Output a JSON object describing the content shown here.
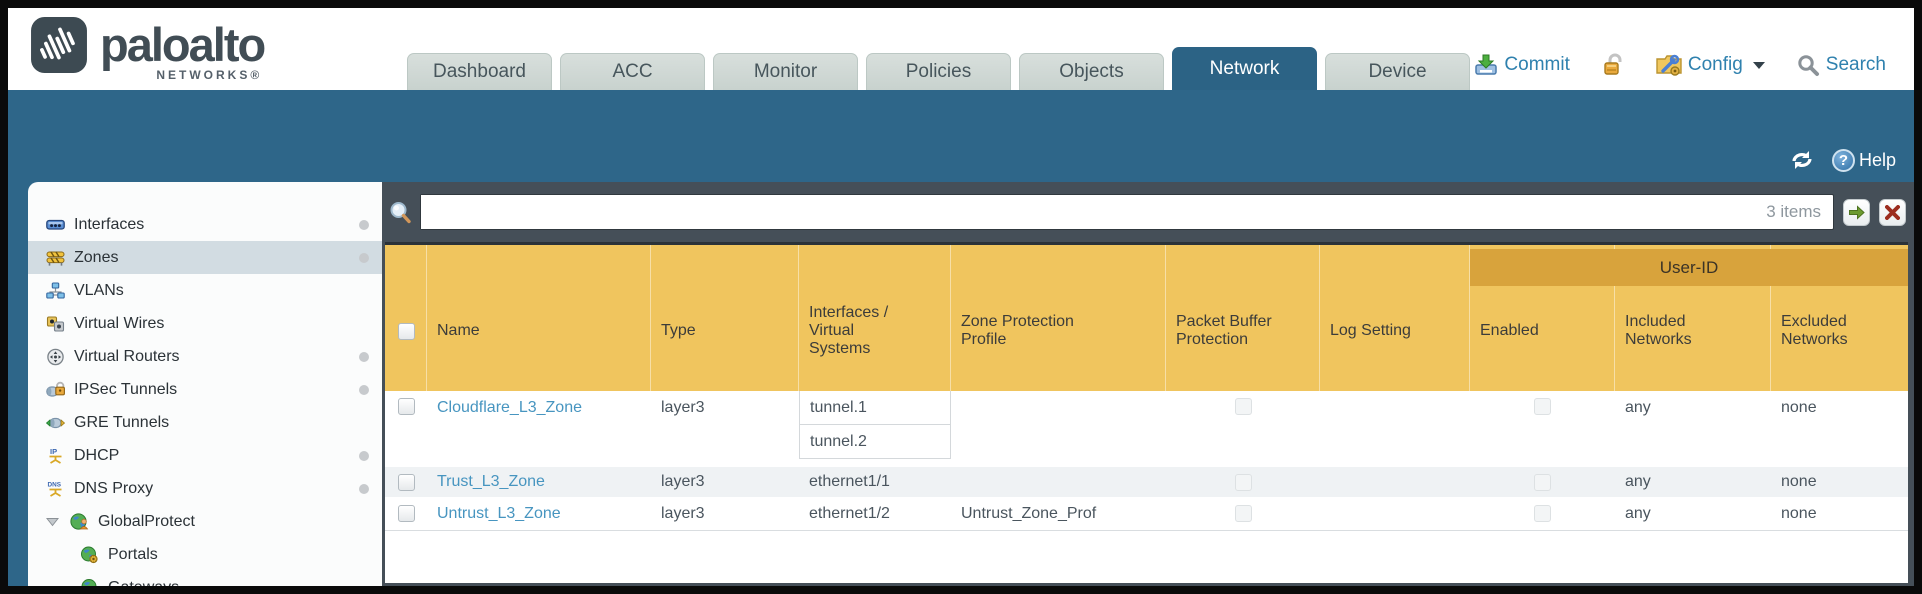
{
  "header": {
    "logo": {
      "brand": "paloalto",
      "sub": "NETWORKS®"
    },
    "tabs": [
      {
        "label": "Dashboard"
      },
      {
        "label": "ACC"
      },
      {
        "label": "Monitor"
      },
      {
        "label": "Policies"
      },
      {
        "label": "Objects"
      },
      {
        "label": "Network",
        "active": true
      },
      {
        "label": "Device"
      }
    ],
    "actions": {
      "commit": "Commit",
      "config": "Config",
      "search": "Search"
    }
  },
  "banner": {
    "help": "Help"
  },
  "sidebar": {
    "items": [
      {
        "label": "Interfaces",
        "dot": true
      },
      {
        "label": "Zones",
        "dot": true,
        "selected": true
      },
      {
        "label": "VLANs"
      },
      {
        "label": "Virtual Wires"
      },
      {
        "label": "Virtual Routers",
        "dot": true
      },
      {
        "label": "IPSec Tunnels",
        "dot": true
      },
      {
        "label": "GRE Tunnels"
      },
      {
        "label": "DHCP",
        "dot": true
      },
      {
        "label": "DNS Proxy",
        "dot": true
      },
      {
        "label": "GlobalProtect",
        "expandable": true
      },
      {
        "label": "Portals",
        "child": true
      },
      {
        "label": "Gateways",
        "child": true
      }
    ]
  },
  "content": {
    "filter": {
      "value": "",
      "count": "3 items"
    },
    "table": {
      "group_header": "User-ID",
      "columns": {
        "name": "Name",
        "type": "Type",
        "interfaces": "Interfaces / Virtual Systems",
        "zone_protection": "Zone Protection Profile",
        "packet_buffer": "Packet Buffer Protection",
        "log_setting": "Log Setting",
        "enabled": "Enabled",
        "included": "Included Networks",
        "excluded": "Excluded Networks"
      },
      "rows": [
        {
          "name": "Cloudflare_L3_Zone",
          "type": "layer3",
          "interfaces": [
            "tunnel.1",
            "tunnel.2"
          ],
          "zone_protection": "",
          "log_setting": "",
          "included": "any",
          "excluded": "none"
        },
        {
          "name": "Trust_L3_Zone",
          "type": "layer3",
          "interfaces": [
            "ethernet1/1"
          ],
          "zone_protection": "",
          "log_setting": "",
          "included": "any",
          "excluded": "none"
        },
        {
          "name": "Untrust_L3_Zone",
          "type": "layer3",
          "interfaces": [
            "ethernet1/2"
          ],
          "zone_protection": "Untrust_Zone_Prof",
          "log_setting": "",
          "included": "any",
          "excluded": "none"
        }
      ]
    }
  },
  "colors": {
    "teal_band": "#2e6689",
    "slate": "#454f58",
    "table_header": "#f0c55e",
    "userid_band": "#d8a33c",
    "link_blue": "#4795c0"
  }
}
